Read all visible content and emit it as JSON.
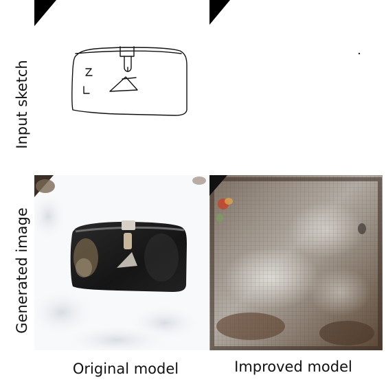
{
  "rows": [
    {
      "label": "Input sketch"
    },
    {
      "label": "Generated image"
    }
  ],
  "columns": [
    {
      "label": "Original model"
    },
    {
      "label": "Improved model"
    }
  ],
  "colors": {
    "background": "#ffffff",
    "suitcase": "#1c1c1c",
    "noise_brown": "#6b5a4a"
  }
}
